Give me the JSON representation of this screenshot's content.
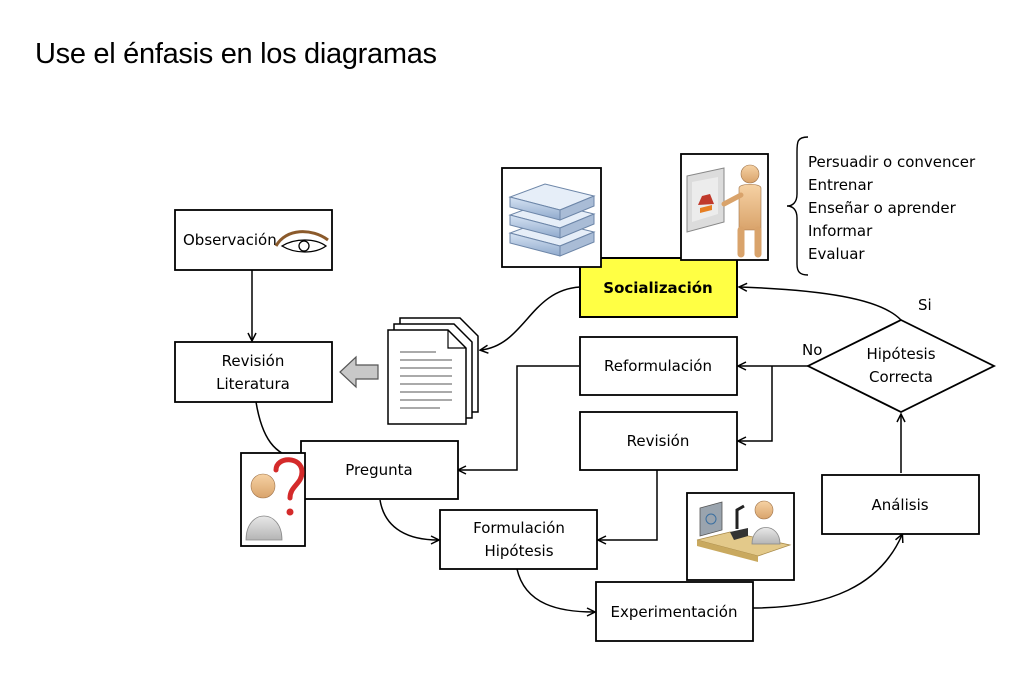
{
  "slide": {
    "title": "Use el énfasis en los diagramas"
  },
  "nodes": {
    "observacion": "Observación",
    "revision_literatura": [
      "Revisión",
      "Literatura"
    ],
    "pregunta": "Pregunta",
    "formulacion_hipotesis": [
      "Formulación",
      "Hipótesis"
    ],
    "experimentacion": "Experimentación",
    "analisis": "Análisis",
    "hipotesis_correcta": [
      "Hipótesis",
      "Correcta"
    ],
    "reformulacion": "Reformulación",
    "revision": "Revisión",
    "socializacion": "Socialización"
  },
  "edge_labels": {
    "si": "Si",
    "no": "No"
  },
  "socializacion_purposes": [
    "Persuadir o convencer",
    "Entrenar",
    "Enseñar o aprender",
    "Informar",
    "Evaluar"
  ],
  "colors": {
    "highlight": "#ffff44",
    "stroke": "#000000"
  }
}
